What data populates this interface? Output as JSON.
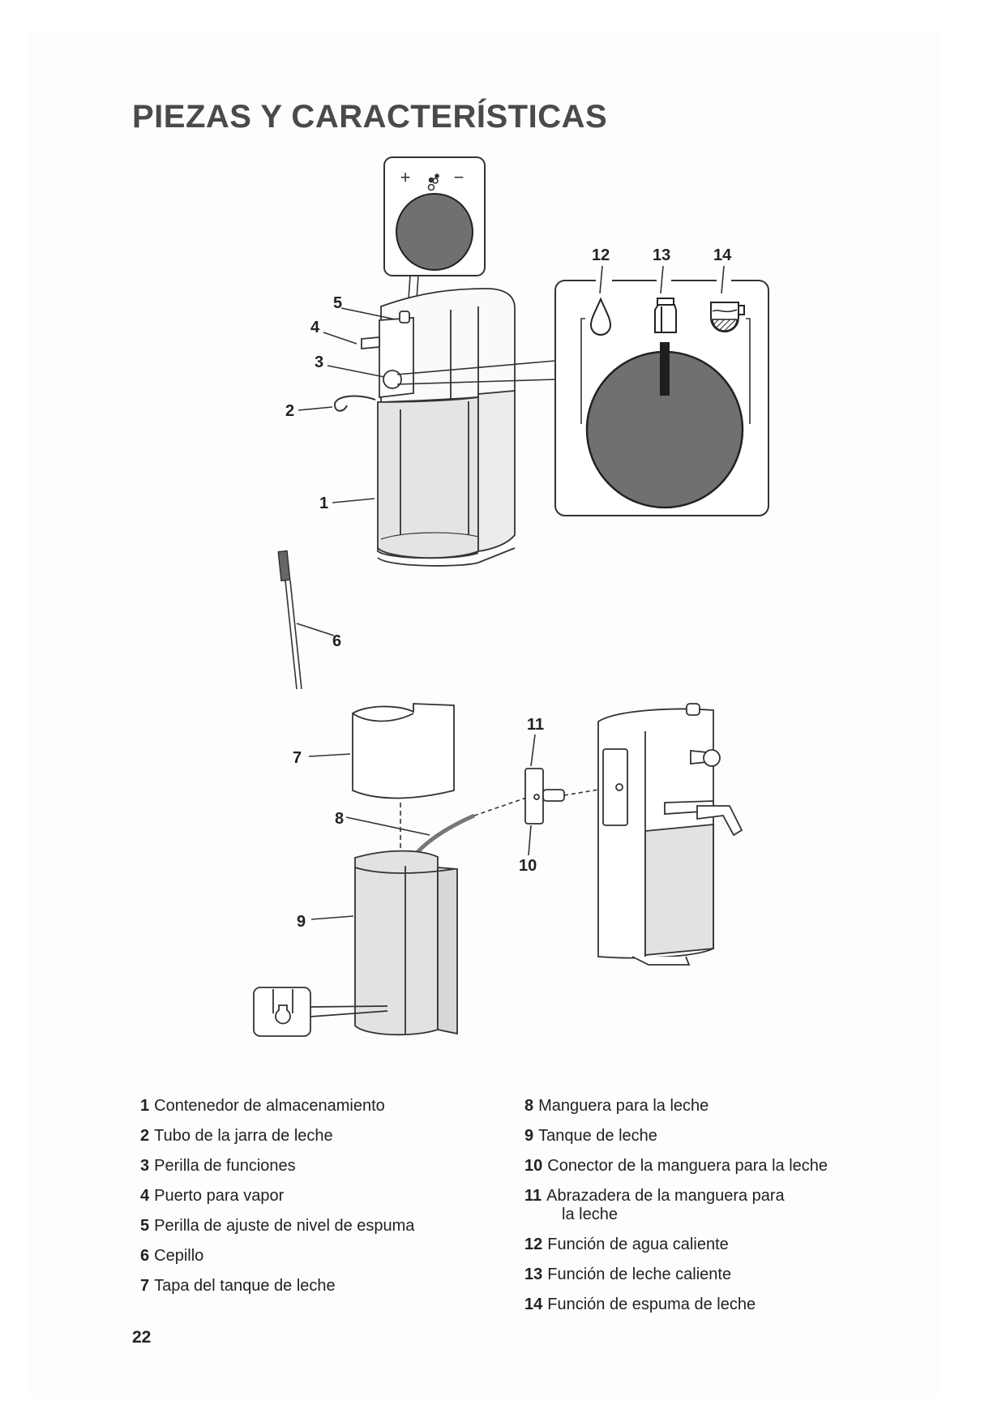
{
  "page": {
    "title": "PIEZAS Y CARACTERÍSTICAS",
    "page_number": "22"
  },
  "diagram": {
    "foam_panel": {
      "plus": "+",
      "minus": "−",
      "icon": "foam-bubbles-icon"
    },
    "function_panel": {
      "icons": [
        {
          "num": "12",
          "icon": "water-drop-icon"
        },
        {
          "num": "13",
          "icon": "milk-carton-icon"
        },
        {
          "num": "14",
          "icon": "foam-cup-icon"
        }
      ]
    },
    "callouts": [
      "1",
      "2",
      "3",
      "4",
      "5",
      "6",
      "7",
      "8",
      "9",
      "10",
      "11",
      "12",
      "13",
      "14"
    ]
  },
  "parts_list": {
    "left": [
      {
        "num": "1",
        "label": "Contenedor de almacenamiento"
      },
      {
        "num": "2",
        "label": "Tubo de la jarra de leche"
      },
      {
        "num": "3",
        "label": "Perilla de funciones"
      },
      {
        "num": "4",
        "label": "Puerto para vapor"
      },
      {
        "num": "5",
        "label": "Perilla de ajuste de nivel de espuma"
      },
      {
        "num": "6",
        "label": "Cepillo"
      },
      {
        "num": "7",
        "label": "Tapa del tanque de leche"
      }
    ],
    "right": [
      {
        "num": "8",
        "label": "Manguera para la leche"
      },
      {
        "num": "9",
        "label": "Tanque de leche"
      },
      {
        "num": "10",
        "label": "Conector de la manguera para la leche"
      },
      {
        "num": "11",
        "label": "Abrazadera de la manguera para",
        "label_cont": "la leche"
      },
      {
        "num": "12",
        "label": "Función de agua caliente"
      },
      {
        "num": "13",
        "label": "Función de leche caliente"
      },
      {
        "num": "14",
        "label": "Función de espuma de leche"
      }
    ]
  }
}
